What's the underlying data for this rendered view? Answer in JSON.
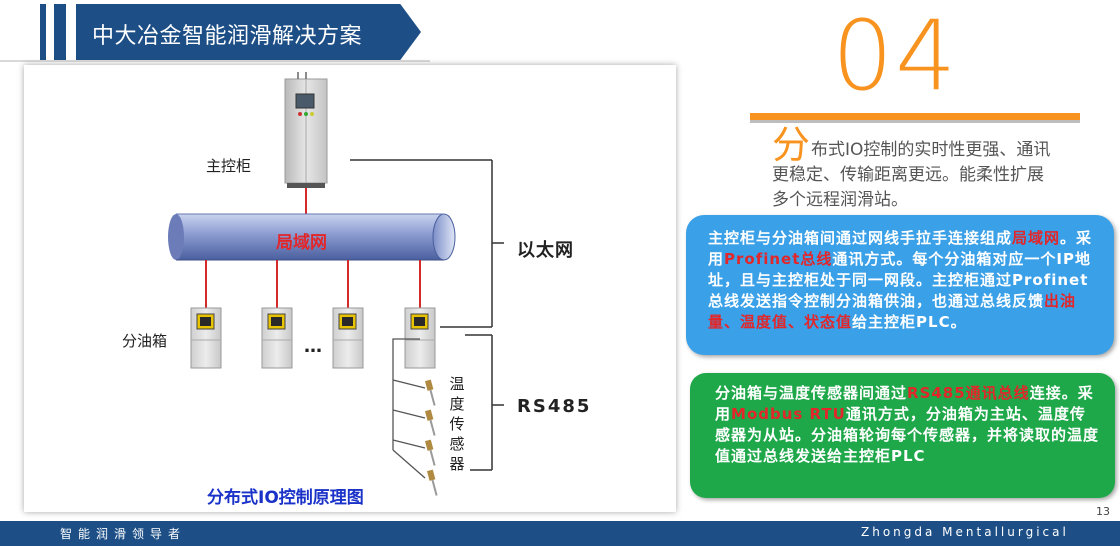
{
  "header": {
    "title": "中大冶金智能润滑解决方案"
  },
  "section": {
    "number": "04"
  },
  "lead": {
    "big_char": "分",
    "line1": "布式IO控制的实时性更强、通讯",
    "line2": "更稳定、传输距离更远。能柔性扩展",
    "line3": "多个远程润滑站。"
  },
  "diagram": {
    "main_cabinet_label": "主控柜",
    "lan_label": "局域网",
    "ethernet_label": "以太网",
    "oil_box_label": "分油箱",
    "ellipsis": "…",
    "rs485_label": "RS485",
    "sensor_chars": [
      "温",
      "度",
      "传",
      "感",
      "器"
    ],
    "caption": "分布式IO控制原理图"
  },
  "blue_box": {
    "p1": "主控柜与分油箱间通过网线手拉手连接组成",
    "r1": "局域网",
    "p2": "。采用",
    "r2": "Profinet总线",
    "p3": "通讯方式。每个分油箱对应一个IP地址，且与主控柜处于同一网段。主控柜通过Profinet总线发送指令控制分油箱供油，也通过总线反馈",
    "r3": "出油量、温度值、状态值",
    "p4": "给主控柜PLC。"
  },
  "green_box": {
    "p1": "分油箱与温度传感器间通过",
    "r1": "RS485通讯总线",
    "p2": "连接。采用",
    "r2": "Modbus RTU",
    "p3": "通讯方式，分油箱为主站、温度传感器为从站。分油箱轮询每个传感器，并将读取的温度值通过总线发送给主控柜PLC"
  },
  "footer": {
    "left": "智能润滑领导者",
    "right": "Zhongda Mentallurgical",
    "page": "13"
  },
  "colors": {
    "navy": "#1d4f86",
    "orange": "#f7931e",
    "blue_box": "#3aa0e8",
    "green_box": "#1fa84a",
    "highlight_red": "#e3262a",
    "caption_blue": "#1a32c8"
  }
}
